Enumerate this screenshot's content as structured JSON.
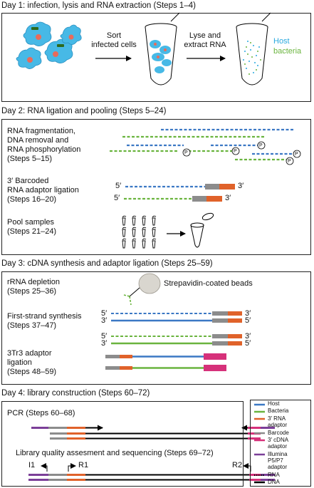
{
  "days": [
    {
      "title": "Day 1: infection, lysis and RNA extraction (Steps 1–4)"
    },
    {
      "title": "Day 2: RNA ligation and pooling (Steps 5–24)"
    },
    {
      "title": "Day 3: cDNA synthesis and adaptor ligation (Steps 25–59)"
    },
    {
      "title": "Day 4: library construction (Steps 60–72)"
    }
  ],
  "day1": {
    "sort_label": "Sort\ninfected cells",
    "lyse_label": "Lyse and\nextract RNA",
    "host_label": "Host",
    "bacteria_label": "bacteria"
  },
  "day2": {
    "step1": "RNA fragmentation,\nDNA removal and\nRNA phosphorylation\n(Steps 5–15)",
    "step2": "3′ Barcoded\nRNA adaptor ligation\n(Steps 16–20)",
    "step3": "Pool samples\n(Steps 21–24)",
    "phosphate": "P",
    "five_prime": "5′",
    "three_prime": "3′"
  },
  "day3": {
    "step1": "rRNA depletion\n(Steps 25–36)",
    "beads_label": "Strepavidin-coated beads",
    "step2": "First-strand synthesis\n(Steps 37–47)",
    "step3": "3Tr3 adaptor\nligation\n(Steps 48–59)",
    "five_prime": "5′",
    "three_prime": "3′"
  },
  "day4": {
    "pcr_label": "PCR (Steps 60–68)",
    "seq_label": "Library quality assesment and sequencing (Steps 69–72)",
    "i1": "I1",
    "r1": "R1",
    "r2": "R2"
  },
  "legend": {
    "items": [
      {
        "label": "Host",
        "color": "#3b78c4"
      },
      {
        "label": "Bacteria",
        "color": "#6ab43e"
      },
      {
        "label": "3′ RNA\nadaptor",
        "color": "#e0622a"
      },
      {
        "label": "Barcode",
        "color": "#8c8c8c"
      },
      {
        "label": "3′ cDNA\nadaptor",
        "color": "#d6317a"
      },
      {
        "label": "Illumina\nP5/P7\nadaptor",
        "color": "#7b3f98"
      },
      {
        "label": "RNA",
        "color": "#000000"
      },
      {
        "label": "DNA",
        "color": "#000000"
      }
    ]
  },
  "colors": {
    "host": "#3b78c4",
    "bacteria": "#6ab43e",
    "rna_adaptor": "#e0622a",
    "barcode": "#8c8c8c",
    "cdna_adaptor": "#d6317a",
    "illumina": "#7b3f98",
    "host_label": "#29a9df",
    "cell": "#47b9e6"
  }
}
